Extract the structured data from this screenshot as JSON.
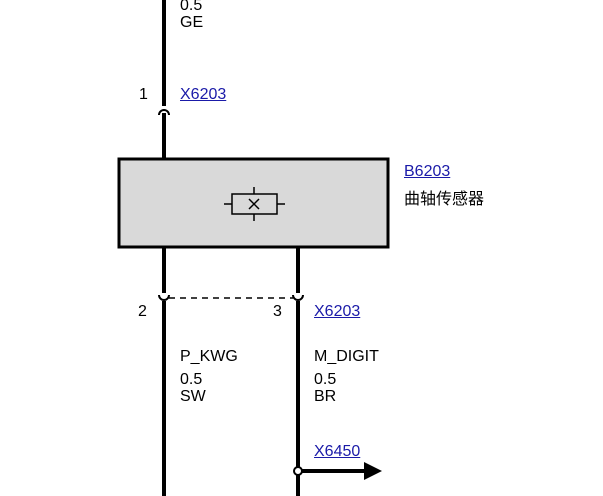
{
  "top_wire": {
    "gauge": "0.5",
    "color": "GE"
  },
  "connector_top": {
    "pin": "1",
    "id": "X6203"
  },
  "component": {
    "id": "B6203",
    "name": "曲轴传感器"
  },
  "connector_bottom": {
    "pin_left": "2",
    "pin_right": "3",
    "id": "X6203"
  },
  "wire_left": {
    "signal": "P_KWG",
    "gauge": "0.5",
    "color": "SW"
  },
  "wire_right": {
    "signal": "M_DIGIT",
    "gauge": "0.5",
    "color": "BR"
  },
  "connector_out": {
    "id": "X6450"
  },
  "colors": {
    "component_fill": "#d9d9d9",
    "link": "#1a1aa8"
  },
  "icons": {
    "component_symbol": "crystal-oscillator-icon"
  }
}
